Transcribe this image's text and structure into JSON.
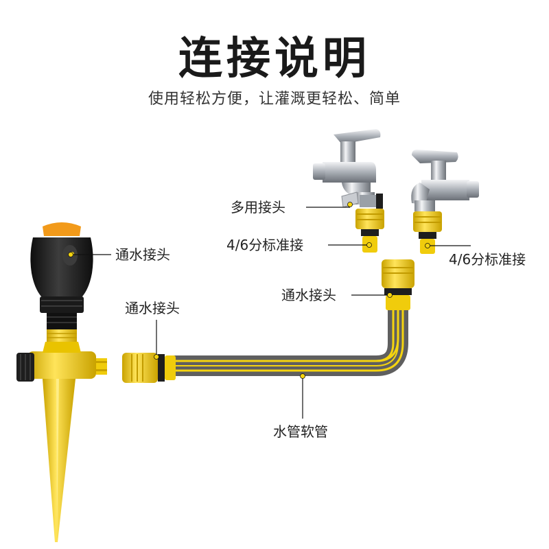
{
  "title": "连接说明",
  "subtitle": "使用轻松方便，让灌溉更轻松、简单",
  "labels": {
    "sprinkler_connector": "通水接头",
    "stake_connector": "通水接头",
    "multi_adapter": "多用接头",
    "standard_left": "4/6分标准接",
    "standard_right": "4/6分标准接",
    "hose_top_connector": "通水接头",
    "hose": "水管软管"
  },
  "colors": {
    "yellow": "#f5d40f",
    "yellow_dark": "#d4ae00",
    "black": "#1e1e1e",
    "hose_gray": "#5f5f5f",
    "chrome": "#c9ccd1",
    "orange": "#f29a1a"
  }
}
